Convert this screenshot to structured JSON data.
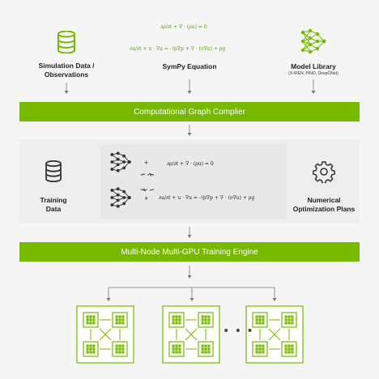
{
  "top": {
    "simulation_label": "Simulation Data /\nObservations",
    "sympy_label": "SymPy Equation",
    "sympy_eq1": "∂ρ/∂t + ∇ · (ρu) = 0",
    "sympy_eq2": "∂u/∂t + u · ∇u = -¹⁄ρ∇p + ∇ · (ν∇u) + ρg",
    "library_label": "Model Library",
    "library_sublabel": "(X-IREN, PINO, DeepONet)"
  },
  "compiler_bar": "Computational Graph Complier",
  "middle": {
    "training_label": "Training\nData",
    "eq1": "∂ρ/∂t + ∇ · (ρu) = 0",
    "eq2": "∂u/∂t + u · ∇u = -¹⁄ρ∇p + ∇ · (ν∇u) + ρg",
    "numerical_label": "Numerical\nOptimization Plans"
  },
  "engine_bar": "Multi-Node Multi-GPU Training Engine",
  "cluster": {
    "ellipsis": "• • •"
  },
  "colors": {
    "accent": "#76b900",
    "background": "#f5f5f5"
  }
}
